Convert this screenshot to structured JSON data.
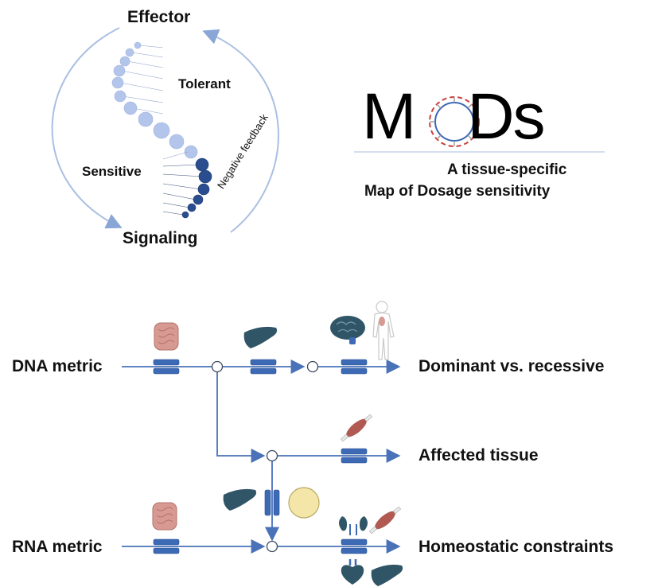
{
  "cycle": {
    "top_label": "Effector",
    "bottom_label": "Signaling",
    "tolerant_label": "Tolerant",
    "sensitive_label": "Sensitive",
    "feedback_label": "Negative feedback"
  },
  "logo": {
    "letter_m": "M",
    "letters_ds": "Ds",
    "subtitle_line1": "A tissue-specific",
    "subtitle_line2": "Map of Dosage sensitivity"
  },
  "flow": {
    "dna_label": "DNA metric",
    "rna_label": "RNA metric",
    "out_dominant": "Dominant vs. recessive",
    "out_tissue": "Affected tissue",
    "out_homeostatic": "Homeostatic constraints"
  },
  "colors": {
    "arrow": "#4a72b8",
    "light_ball": "#b3c5ea",
    "dark_ball": "#243f7a",
    "node_blue": "#3c6ab5",
    "organ_gut": "#d4908a",
    "organ_liver": "#2f5566",
    "muscle": "#b05a52",
    "yolk": "#f3e6a8"
  }
}
